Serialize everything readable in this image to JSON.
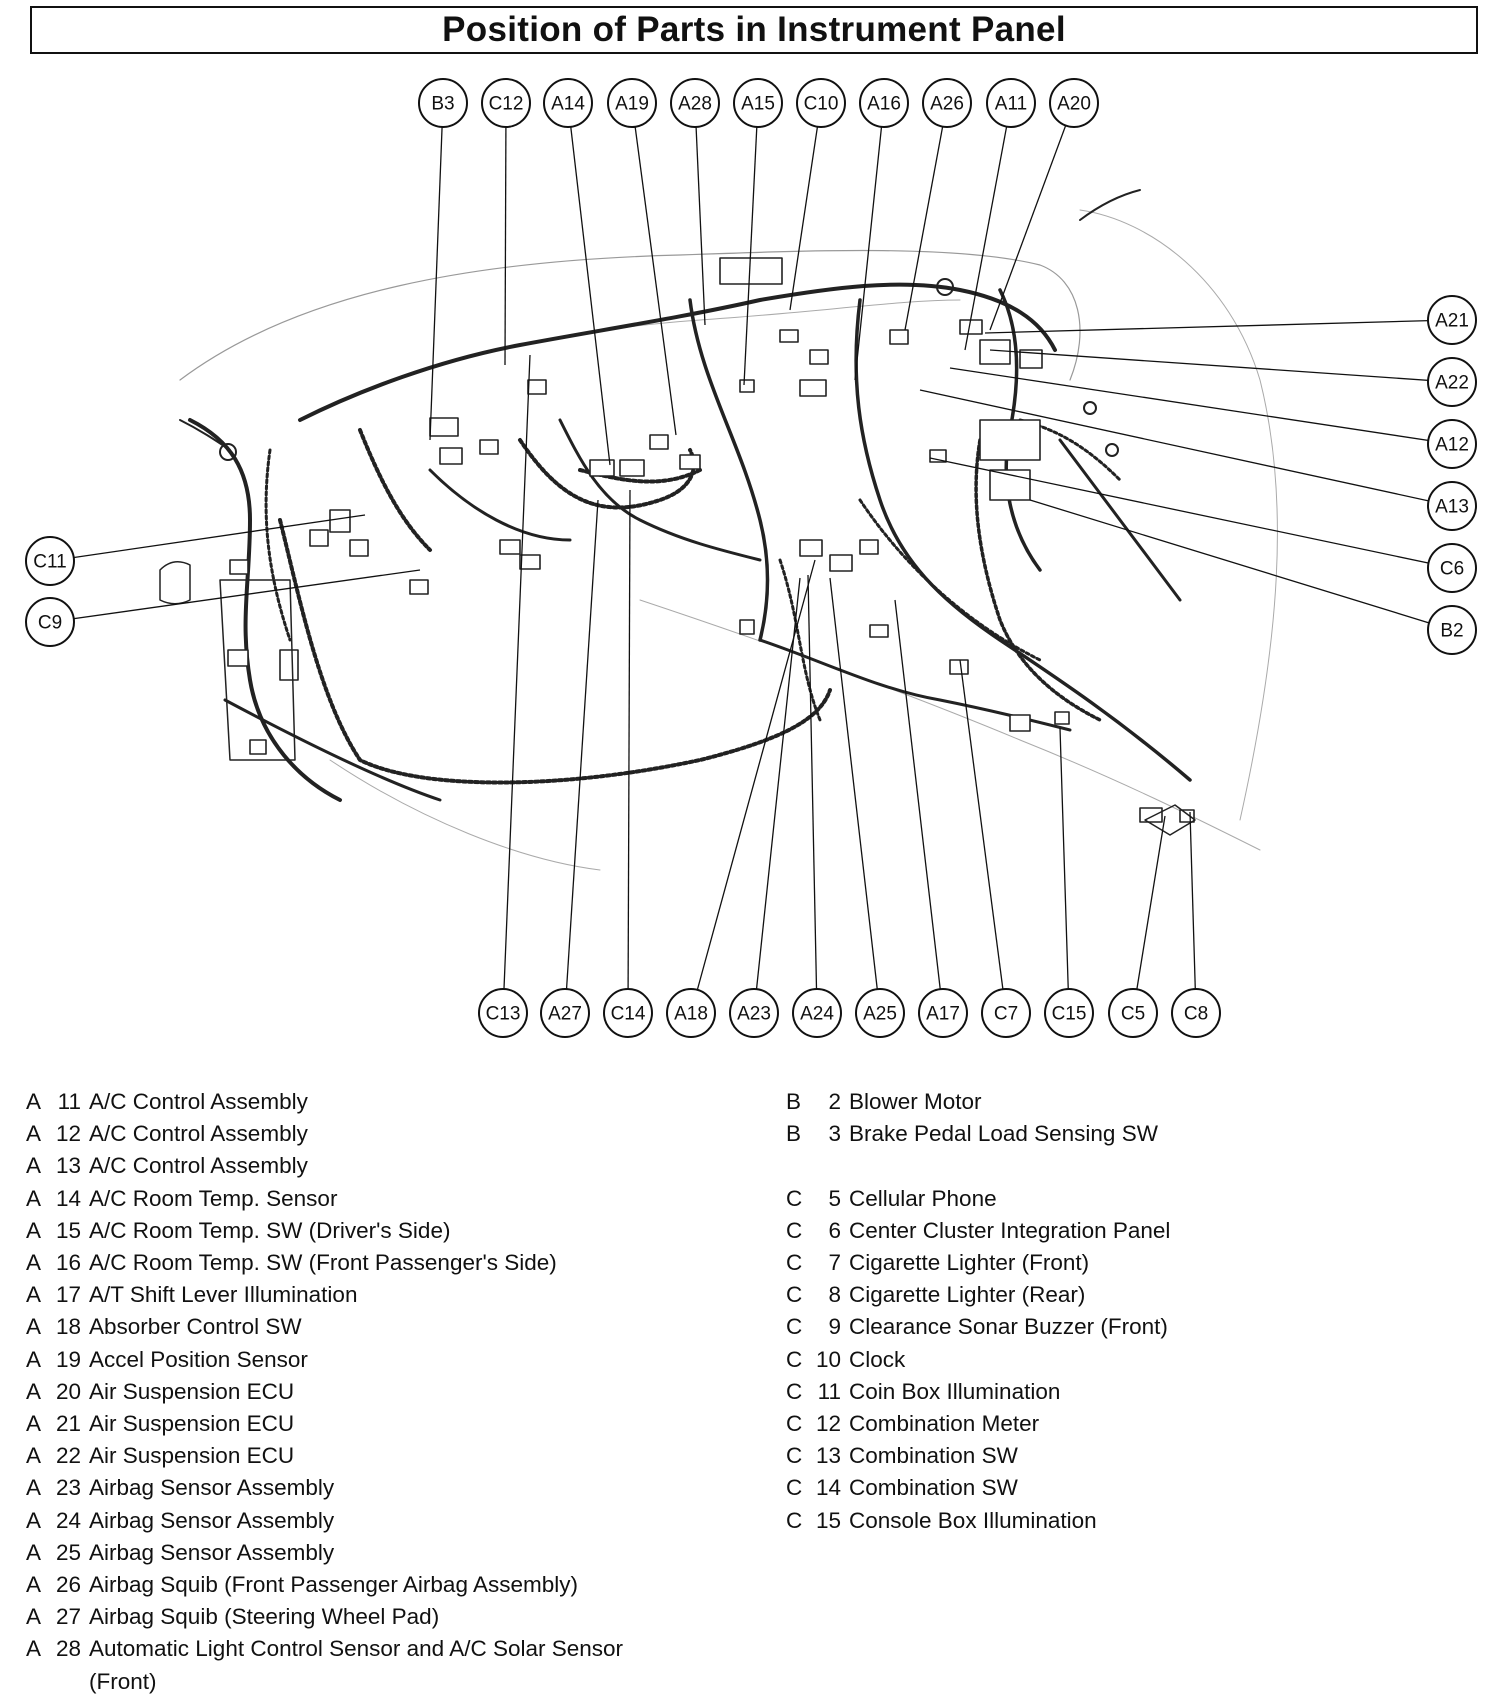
{
  "title": "Position of Parts in Instrument Panel",
  "callouts": {
    "top": [
      "B3",
      "C12",
      "A14",
      "A19",
      "A28",
      "A15",
      "C10",
      "A16",
      "A26",
      "A11",
      "A20"
    ],
    "right": [
      "A21",
      "A22",
      "A12",
      "A13",
      "C6",
      "B2"
    ],
    "left": [
      "C11",
      "C9"
    ],
    "bottom": [
      "C13",
      "A27",
      "C14",
      "A18",
      "A23",
      "A24",
      "A25",
      "A17",
      "C7",
      "C15",
      "C5",
      "C8"
    ]
  },
  "legend_left": [
    {
      "letter": "A",
      "num": "11",
      "name": "A/C Control Assembly"
    },
    {
      "letter": "A",
      "num": "12",
      "name": "A/C Control Assembly"
    },
    {
      "letter": "A",
      "num": "13",
      "name": "A/C Control Assembly"
    },
    {
      "letter": "A",
      "num": "14",
      "name": "A/C Room Temp. Sensor"
    },
    {
      "letter": "A",
      "num": "15",
      "name": "A/C Room Temp. SW (Driver's Side)"
    },
    {
      "letter": "A",
      "num": "16",
      "name": "A/C Room Temp. SW (Front Passenger's Side)"
    },
    {
      "letter": "A",
      "num": "17",
      "name": "A/T Shift Lever Illumination"
    },
    {
      "letter": "A",
      "num": "18",
      "name": "Absorber Control SW"
    },
    {
      "letter": "A",
      "num": "19",
      "name": "Accel Position Sensor"
    },
    {
      "letter": "A",
      "num": "20",
      "name": "Air Suspension ECU"
    },
    {
      "letter": "A",
      "num": "21",
      "name": "Air Suspension ECU"
    },
    {
      "letter": "A",
      "num": "22",
      "name": "Air Suspension ECU"
    },
    {
      "letter": "A",
      "num": "23",
      "name": "Airbag Sensor Assembly"
    },
    {
      "letter": "A",
      "num": "24",
      "name": "Airbag Sensor Assembly"
    },
    {
      "letter": "A",
      "num": "25",
      "name": "Airbag Sensor Assembly"
    },
    {
      "letter": "A",
      "num": "26",
      "name": "Airbag Squib (Front Passenger Airbag Assembly)"
    },
    {
      "letter": "A",
      "num": "27",
      "name": "Airbag Squib (Steering Wheel Pad)"
    },
    {
      "letter": "A",
      "num": "28",
      "name": "Automatic Light Control Sensor and A/C Solar Sensor"
    }
  ],
  "legend_left_continuation": "(Front)",
  "legend_right_b": [
    {
      "letter": "B",
      "num": "2",
      "name": "Blower Motor"
    },
    {
      "letter": "B",
      "num": "3",
      "name": "Brake Pedal Load Sensing SW"
    }
  ],
  "legend_right_c": [
    {
      "letter": "C",
      "num": "5",
      "name": "Cellular Phone"
    },
    {
      "letter": "C",
      "num": "6",
      "name": "Center Cluster Integration Panel"
    },
    {
      "letter": "C",
      "num": "7",
      "name": "Cigarette Lighter (Front)"
    },
    {
      "letter": "C",
      "num": "8",
      "name": "Cigarette Lighter (Rear)"
    },
    {
      "letter": "C",
      "num": "9",
      "name": "Clearance Sonar Buzzer (Front)"
    },
    {
      "letter": "C",
      "num": "10",
      "name": "Clock"
    },
    {
      "letter": "C",
      "num": "11",
      "name": "Coin Box Illumination"
    },
    {
      "letter": "C",
      "num": "12",
      "name": "Combination Meter"
    },
    {
      "letter": "C",
      "num": "13",
      "name": "Combination SW"
    },
    {
      "letter": "C",
      "num": "14",
      "name": "Combination SW"
    },
    {
      "letter": "C",
      "num": "15",
      "name": "Console Box Illumination"
    }
  ]
}
